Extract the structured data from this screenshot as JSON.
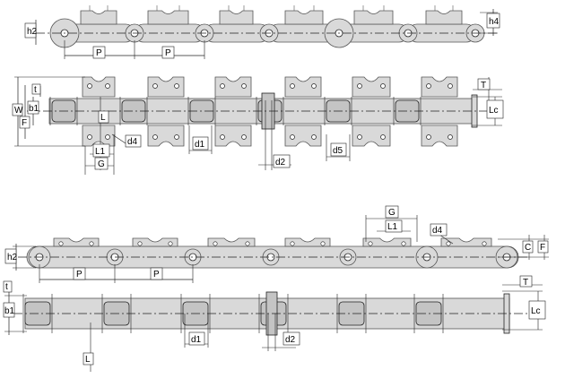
{
  "colors": {
    "plate_fill": "#d9d9d9",
    "plate_stroke": "#555555",
    "roller_fill": "#c4c4c4",
    "line": "#222222",
    "background": "#ffffff"
  },
  "figures": [
    {
      "id": "top-side-view",
      "labels": {
        "h2": "h2",
        "p_left": "P",
        "p_right": "P",
        "h4": "h4"
      }
    },
    {
      "id": "top-plan-view",
      "labels": {
        "w": "W",
        "f": "F",
        "b1": "b1",
        "t": "t",
        "l": "L",
        "l1": "L1",
        "g": "G",
        "d4": "d4",
        "d1": "d1",
        "d2": "d2",
        "d5": "d5",
        "t_right": "T",
        "lc": "Lc"
      }
    },
    {
      "id": "bottom-side-view",
      "labels": {
        "h2": "h2",
        "p_left": "P",
        "p_right": "P",
        "g": "G",
        "l1": "L1",
        "d4": "d4",
        "c": "C",
        "f": "F"
      }
    },
    {
      "id": "bottom-plan-view",
      "labels": {
        "b1": "b1",
        "t": "t",
        "d1": "d1",
        "d2": "d2",
        "l": "L",
        "t_right": "T",
        "lc": "Lc"
      }
    }
  ]
}
